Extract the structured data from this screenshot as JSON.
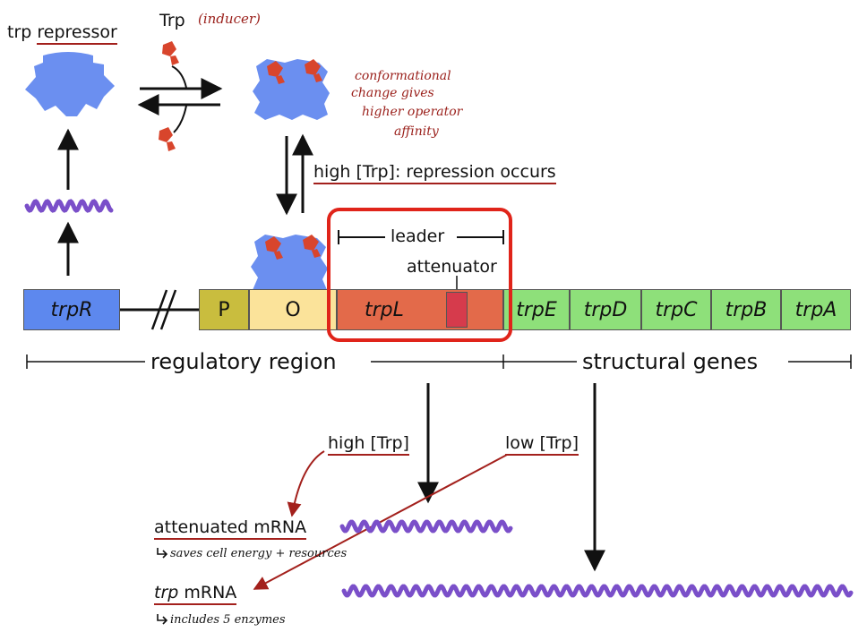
{
  "labels": {
    "repressor_prefix": "trp ",
    "repressor_word": "repressor",
    "trp_label": "Trp",
    "inducer_note": "(inducer)",
    "conformational_note": [
      "conformational",
      "change gives",
      "higher operator",
      "affinity"
    ],
    "high_trp_repression": "high [Trp]: repression occurs",
    "leader": "leader",
    "attenuator": "attenuator",
    "regulatory_region": "regulatory region",
    "structural_genes": "structural genes",
    "high_trp_branch": "high [Trp]",
    "low_trp_branch": "low [Trp]",
    "attenuated_mrna": "attenuated mRNA",
    "attenuated_note": "saves cell energy + resources",
    "trp_mrna_italic": "trp",
    "trp_mrna_rest": " mRNA",
    "trp_mrna_note": "includes 5 enzymes",
    "gap_mark": "//"
  },
  "genes": {
    "trpR": "trpR",
    "P": "P",
    "O": "O",
    "trpL": "trpL",
    "trpE": "trpE",
    "trpD": "trpD",
    "trpC": "trpC",
    "trpB": "trpB",
    "trpA": "trpA"
  },
  "colors": {
    "repressor_blue": "#6b8ff0",
    "trp_red": "#d8452c",
    "trpR_blue": "#5d88ee",
    "promoter_olive": "#c9bd3e",
    "operator_yellow": "#fbe39a",
    "trpL_orange": "#e36a4a",
    "attenuator_red": "#d63b4c",
    "structural_green": "#8ee07a",
    "mrna_purple": "#7a4fc9",
    "annotation_red": "#a3201c",
    "highlight_red": "#e0241a"
  }
}
